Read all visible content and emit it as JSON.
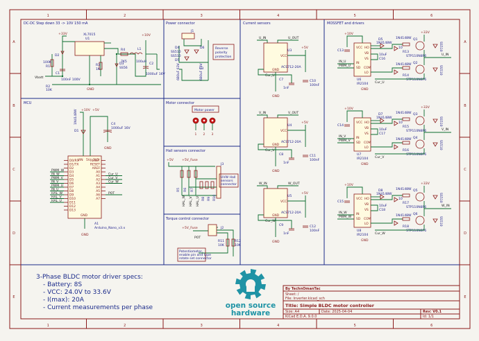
{
  "colors": {
    "wire": "#0a6b2c",
    "symbol": "#8a1a1a",
    "text": "#1a1a8a",
    "section_border": "#1a2a8a",
    "logo_teal": "#1f93a5"
  },
  "frame": {
    "columns": [
      "1",
      "2",
      "3",
      "4",
      "5",
      "6"
    ],
    "rows": [
      "A",
      "B",
      "C",
      "D",
      "E"
    ]
  },
  "sections": {
    "dcdc": "DC-DC Step down 33 -> 10V 150 mA",
    "power": "Power connector",
    "current": "Current sensors",
    "mosfet": "MOSSFET and drivers",
    "mcu": "MCU",
    "motor": "Motor connector",
    "hall": "Hall sensors connector",
    "torque": "Torque control connector"
  },
  "dcdc": {
    "reg_ref": "U1",
    "reg_val": "XL7015",
    "d2": "D2",
    "c1": "C1",
    "r1": "R1",
    "r2": "R2",
    "r3": "R3",
    "r4": "R4",
    "d3": "D3",
    "l1": "L1",
    "c2": "C2",
    "c1_val": "100nF 100V",
    "r_val_100k": "100K",
    "r2_val": "10K",
    "r3_val": "1K",
    "r4_val": "7K5",
    "l1_val": "100uH",
    "c2_val": "1000uF 16V",
    "ss56": "SS56",
    "vbatt": "Vbatt",
    "plus33": "+33V",
    "plus10": "+10V",
    "gnd": "GND"
  },
  "power": {
    "j1": "J1",
    "d4": "D4",
    "d5": "D5",
    "d6": "D6",
    "ss510": "SS510",
    "note": [
      "Reverse",
      "polarity",
      "protection"
    ],
    "cap_a": "680uF 63V",
    "cap_b": "680uF 63V",
    "c3": "C3"
  },
  "current": {
    "sensors": [
      {
        "ref": "U3",
        "in": "U_IN",
        "out": "U_OUT",
        "part": "ACS712-20A",
        "cur": "Cur_U",
        "c_a": "C7",
        "c_b": "C10",
        "v1": "1nF",
        "v2": "100nF"
      },
      {
        "ref": "U4",
        "in": "V_IN",
        "out": "V_OUT",
        "part": "ACS712-20A",
        "cur": "Cur_V",
        "c_a": "C8",
        "c_b": "C11",
        "v1": "1nF",
        "v2": "100nF"
      },
      {
        "ref": "U5",
        "in": "W_IN",
        "out": "W_OUT",
        "part": "ACS712-20A",
        "cur": "Cur_W",
        "c_a": "C9",
        "c_b": "C12",
        "v1": "1nF",
        "v2": "100nF"
      }
    ],
    "plus5": "+5V",
    "gnd": "GND",
    "vcc": "VCC",
    "gnd_pin": "GND"
  },
  "mosfet": {
    "phases": [
      {
        "in": "IN_U",
        "pwm": "PWM_U",
        "drv": "U6",
        "drv_part": "IR2104",
        "q_hi": "Q1",
        "q_lo": "Q2",
        "part": "STP110N8F6",
        "cur": "Cur_U",
        "out": "U_IN",
        "ds": "D5",
        "c": "C13",
        "cb": "C16",
        "r_hi": "R13",
        "r_lo": "R14"
      },
      {
        "in": "IN_V",
        "pwm": "PWM_V",
        "drv": "U7",
        "drv_part": "IR2104",
        "q_hi": "Q3",
        "q_lo": "Q4",
        "part": "STP110N8F6",
        "cur": "Cur_V",
        "out": "V_IN",
        "ds": "D7",
        "c": "C14",
        "cb": "C17",
        "r_hi": "R15",
        "r_lo": "R16"
      },
      {
        "in": "IN_W",
        "pwm": "PWM_W",
        "drv": "U8",
        "drv_part": "IR2104",
        "q_hi": "Q5",
        "q_lo": "Q6",
        "part": "STP110N8F6",
        "cur": "Cur_W",
        "out": "W_IN",
        "ds": "D8",
        "c": "C15",
        "cb": "C18",
        "r_hi": "R17",
        "r_lo": "R18"
      }
    ],
    "diode": "1N4148W",
    "ss510": "SS510",
    "cap": "10uF",
    "res": "10",
    "plus33": "+33V",
    "plus10": "+10V",
    "gnd": "GND",
    "pins": [
      "VCC",
      "HO",
      "IN",
      "SD",
      "VS",
      "COM",
      "LO",
      "VB"
    ]
  },
  "mcu": {
    "ref": "A1",
    "part": "Arduino_Nano_v3.x",
    "plus10": "+10V",
    "plus5": "+5V",
    "c4": "C4",
    "c4_val": "1000uF 16V",
    "d1": "D1",
    "d1_val": "1N4148W",
    "gnd": "GND",
    "left_nets": [
      "PWM_W",
      "IN_W",
      "PWM_V",
      "IN_V",
      "PWM_U",
      "IN_U",
      "HAL_W",
      "HAL_V",
      "HAL_U"
    ],
    "left_pins": [
      "D0/RX",
      "D1/TX",
      "D2",
      "D3",
      "D4",
      "D5",
      "D6",
      "D7",
      "D8",
      "D9",
      "D10",
      "D11",
      "D12",
      "D13"
    ],
    "right_pins": [
      "RESET",
      "RESET",
      "AREF",
      "A0",
      "A1",
      "A2",
      "A3",
      "A4",
      "A5",
      "A6",
      "A7"
    ],
    "right_nets": [
      "Cur_U",
      "Cur_V",
      "Cur_W",
      "POT"
    ],
    "top_pins": [
      "VIN",
      "5V",
      "3V3"
    ],
    "bottom_pin": "GND"
  },
  "motor": {
    "label": "Motor power",
    "pins": [
      "1",
      "2",
      "3"
    ]
  },
  "hall": {
    "plus5": "+5V",
    "fuse": "+5V_Fuse",
    "j3": "J3",
    "nets": [
      "HAL_W",
      "HAL_V",
      "HAL_U"
    ],
    "note": [
      "UVW Hall",
      "sensors",
      "connector"
    ],
    "rs": [
      "R5",
      "R6",
      "R7",
      "R8",
      "R9",
      "R10"
    ]
  },
  "torque": {
    "fuse": "+5V_Fuse",
    "j2": "J2",
    "r11": "R11",
    "r12": "R12",
    "r11_val": "10K",
    "r12_val": "10K",
    "note": [
      "Potentiometer,",
      "enable pin and type",
      "rotate set connector"
    ],
    "pot": "POT"
  },
  "specs": {
    "title": "3-Phase BLDC motor driver specs:",
    "items": [
      "- Battery: 8S",
      "- VCC: 24.0V to 33.6V",
      "- I(max): 20A",
      "- Current measurements per phase"
    ]
  },
  "logo": {
    "line1": "open source",
    "line2": "hardware"
  },
  "titleblock": {
    "author": "By TechnOmanTac",
    "sheet": "Sheet: /",
    "file": "File: Inverter.kicad_sch",
    "title": "Title: Simple BLDC motor controller",
    "size": "Size: A4",
    "date": "Date: 2025-04-04",
    "rev": "Rev: V0.1",
    "tool": "KiCad E.D.A. 9.0.0",
    "id": "Id: 1/1"
  }
}
